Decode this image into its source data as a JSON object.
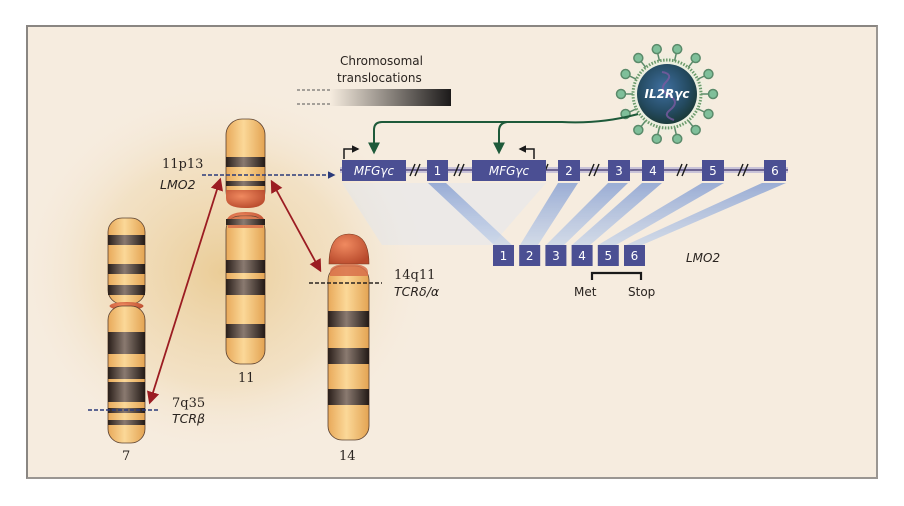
{
  "legend": {
    "title_line1": "Chromosomal",
    "title_line2": "translocations"
  },
  "vector": {
    "label": "IL2Rγc",
    "icon": "retrovirus-icon"
  },
  "transgene": {
    "exons": [
      {
        "label": "MFGγc",
        "kind": "vector"
      },
      {
        "label": "1",
        "kind": "exon"
      },
      {
        "label": "MFGγc",
        "kind": "vector"
      },
      {
        "label": "2",
        "kind": "exon"
      },
      {
        "label": "3",
        "kind": "exon"
      },
      {
        "label": "4",
        "kind": "exon"
      },
      {
        "label": "5",
        "kind": "exon"
      },
      {
        "label": "6",
        "kind": "exon"
      }
    ]
  },
  "lmo2_mrna": {
    "label": "LMO2",
    "exons": [
      "1",
      "2",
      "3",
      "4",
      "5",
      "6"
    ],
    "start_label": "Met",
    "stop_label": "Stop"
  },
  "chromosomes": [
    {
      "number": "7",
      "locus": "7q35",
      "gene": "TCRβ"
    },
    {
      "number": "11",
      "locus": "11p13",
      "gene": "LMO2"
    },
    {
      "number": "14",
      "locus": "14q11",
      "gene": "TCRδ/α"
    }
  ],
  "colors": {
    "background": "#f6ecdf",
    "exon_fill": "#4b4f93",
    "chromosome_light": "#f3c47a",
    "chromosome_band": "#2e2420",
    "centromere": "#d8704a",
    "translocation_arrow": "#9b1c22",
    "vector_arrow": "#1e5a3a",
    "virus": "#6aa88a"
  }
}
